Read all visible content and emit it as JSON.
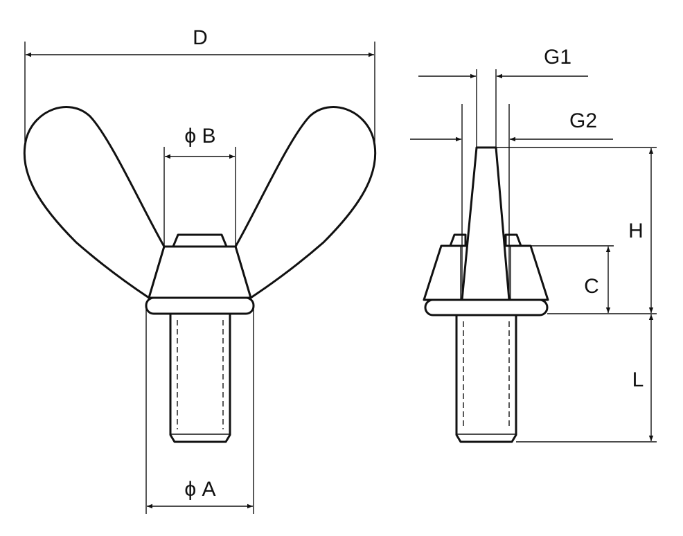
{
  "labels": {
    "d": "D",
    "b": "ϕ B",
    "a": "ϕ A",
    "g1": "G1",
    "g2": "G2",
    "h": "H",
    "c": "C",
    "l": "L"
  }
}
